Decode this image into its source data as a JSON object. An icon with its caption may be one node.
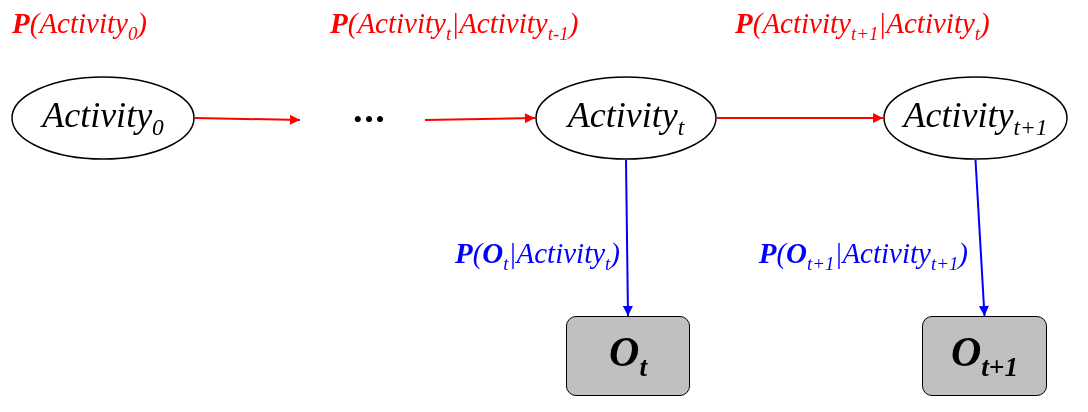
{
  "diagram": {
    "nodes": [
      {
        "text": [
          "Activity$_{0}$"
        ],
        "beside": [
          "**P**(Activity$_{0}$)"
        ]
      },
      {
        "text": [
          "•••"
        ]
      },
      {
        "text": [
          "Activity$_{t}$"
        ],
        "beside": [
          "**P**(Activity$_{t}$|Activity$_{t-1}$)"
        ]
      },
      {
        "text": [
          "Activity$_{t+1}$"
        ],
        "beside": [
          "**P**(Activity$_{t+1}$|Activity$_{t}$)"
        ]
      },
      {
        "text": [
          "O$_{t}$"
        ]
      },
      {
        "text": [
          "O$_{t+1}$"
        ]
      }
    ],
    "edges": [
      {
        "from": 0,
        "to": 1,
        "arrow": "to"
      },
      {
        "from": 1,
        "to": 2,
        "arrow": "to"
      },
      {
        "from": 2,
        "to": 3,
        "arrow": "to"
      },
      {
        "from": 2,
        "to": 4,
        "arrow": "to",
        "color": "#0000ff",
        "label": "**P**(**O**$_{t}$|Activity$_{t}$)"
      },
      {
        "from": 3,
        "to": 5,
        "arrow": "to",
        "color": "#0000ff",
        "label": "**P**(**O**$_{t+1}$|Activity$_{t+1}$)"
      }
    ]
  }
}
